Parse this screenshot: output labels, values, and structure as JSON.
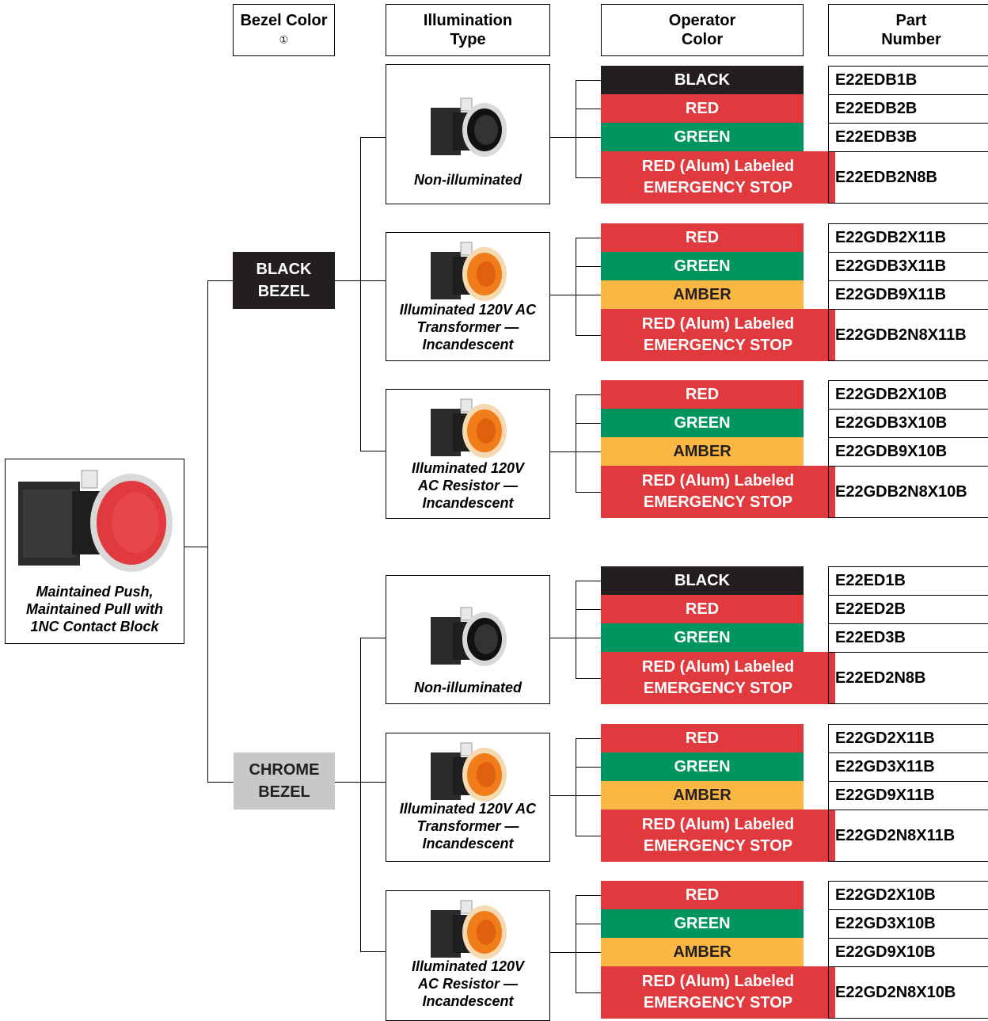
{
  "headers": {
    "bezel": "Bezel Color",
    "bezel_footnote": "①",
    "illumination": "Illumination Type",
    "operator": "Operator Color",
    "part": "Part Number"
  },
  "root": {
    "caption": "Maintained Push, Maintained Pull with 1NC Contact Block"
  },
  "bezels": [
    {
      "label": "BLACK BEZEL",
      "color": "#231f20",
      "groups": [
        {
          "illumination": "Non-illuminated",
          "rows": [
            {
              "color": "BLACK",
              "part": "E22EDB1B"
            },
            {
              "color": "RED",
              "part": "E22EDB2B"
            },
            {
              "color": "GREEN",
              "part": "E22EDB3B"
            },
            {
              "color": "RED (Alum) Labeled EMERGENCY STOP",
              "part": "E22EDB2N8B"
            }
          ]
        },
        {
          "illumination": "Illuminated 120V AC Transformer — Incandescent",
          "rows": [
            {
              "color": "RED",
              "part": "E22GDB2X11B"
            },
            {
              "color": "GREEN",
              "part": "E22GDB3X11B"
            },
            {
              "color": "AMBER",
              "part": "E22GDB9X11B"
            },
            {
              "color": "RED (Alum) Labeled EMERGENCY STOP",
              "part": "E22GDB2N8X11B"
            }
          ]
        },
        {
          "illumination": "Illuminated 120V AC Resistor — Incandescent",
          "rows": [
            {
              "color": "RED",
              "part": "E22GDB2X10B"
            },
            {
              "color": "GREEN",
              "part": "E22GDB3X10B"
            },
            {
              "color": "AMBER",
              "part": "E22GDB9X10B"
            },
            {
              "color": "RED (Alum) Labeled EMERGENCY STOP",
              "part": "E22GDB2N8X10B"
            }
          ]
        }
      ]
    },
    {
      "label": "CHROME BEZEL",
      "color": "#c7c8ca",
      "groups": [
        {
          "illumination": "Non-illuminated",
          "rows": [
            {
              "color": "BLACK",
              "part": "E22ED1B"
            },
            {
              "color": "RED",
              "part": "E22ED2B"
            },
            {
              "color": "GREEN",
              "part": "E22ED3B"
            },
            {
              "color": "RED (Alum) Labeled EMERGENCY STOP",
              "part": "E22ED2N8B"
            }
          ]
        },
        {
          "illumination": "Illuminated 120V AC Transformer — Incandescent",
          "rows": [
            {
              "color": "RED",
              "part": "E22GD2X11B"
            },
            {
              "color": "GREEN",
              "part": "E22GD3X11B"
            },
            {
              "color": "AMBER",
              "part": "E22GD9X11B"
            },
            {
              "color": "RED (Alum) Labeled EMERGENCY STOP",
              "part": "E22GD2N8X11B"
            }
          ]
        },
        {
          "illumination": "Illuminated 120V AC Resistor — Incandescent",
          "rows": [
            {
              "color": "RED",
              "part": "E22GD2X10B"
            },
            {
              "color": "GREEN",
              "part": "E22GD3X10B"
            },
            {
              "color": "AMBER",
              "part": "E22GD9X10B"
            },
            {
              "color": "RED (Alum) Labeled EMERGENCY STOP",
              "part": "E22GD2N8X10B"
            }
          ]
        }
      ]
    }
  ],
  "swatch_colors": {
    "BLACK": "#231f20",
    "RED": "#e03a3e",
    "GREEN": "#00945e",
    "AMBER": "#fbb743"
  }
}
